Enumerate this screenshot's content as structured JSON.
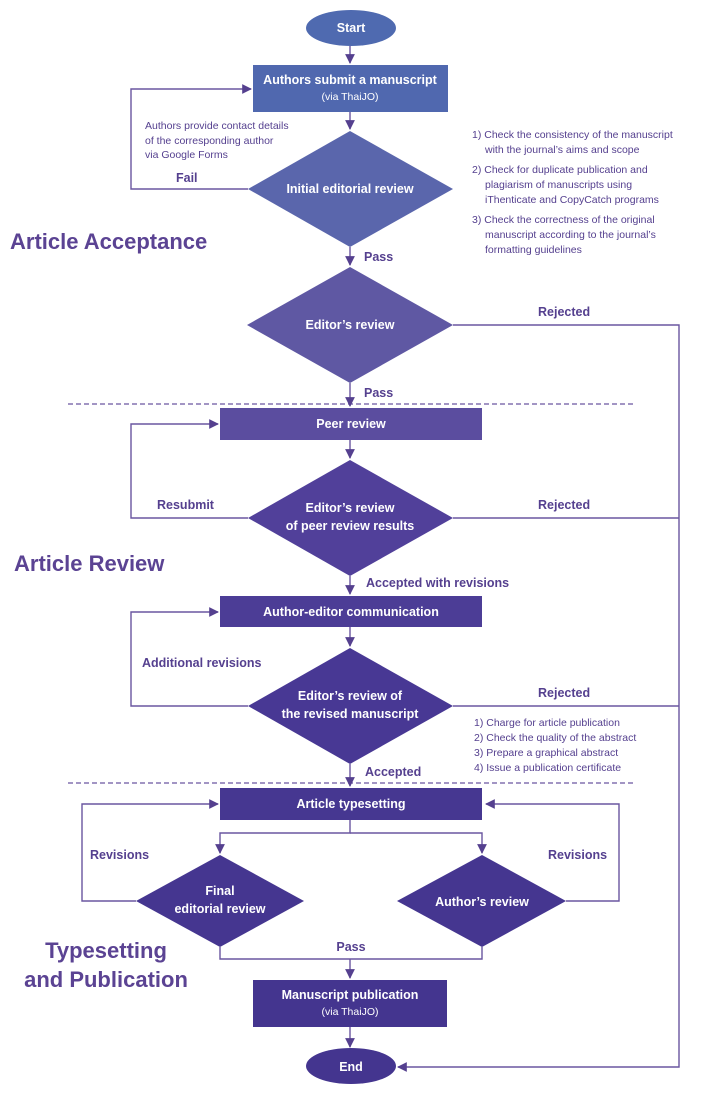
{
  "colors": {
    "top_node": "#4f6ab0",
    "mid_node": "#5e56a3",
    "deep_node": "#453690",
    "line": "#6a56a0",
    "label": "#55408f",
    "section_title": "#5b4393"
  },
  "sections": [
    {
      "id": "acceptance",
      "lines": [
        "Article Acceptance"
      ]
    },
    {
      "id": "review",
      "lines": [
        "Article Review"
      ]
    },
    {
      "id": "publication",
      "lines": [
        "Typesetting",
        "and Publication"
      ]
    }
  ],
  "nodes": {
    "start": {
      "type": "terminal",
      "lines": [
        "Start"
      ]
    },
    "submit": {
      "type": "process",
      "lines": [
        "Authors submit a manuscript"
      ],
      "sub": "(via ThaiJO)"
    },
    "initial_review": {
      "type": "decision",
      "lines": [
        "Initial editorial review"
      ]
    },
    "editor_review": {
      "type": "decision",
      "lines": [
        "Editor’s review"
      ]
    },
    "peer_review": {
      "type": "process",
      "lines": [
        "Peer review"
      ]
    },
    "peer_results_review": {
      "type": "decision",
      "lines": [
        "Editor’s review",
        "of peer review results"
      ]
    },
    "author_editor_comm": {
      "type": "process",
      "lines": [
        "Author-editor communication"
      ]
    },
    "revised_review": {
      "type": "decision",
      "lines": [
        "Editor’s review of",
        "the revised manuscript"
      ]
    },
    "typesetting": {
      "type": "process",
      "lines": [
        "Article typesetting"
      ]
    },
    "final_editorial": {
      "type": "decision",
      "lines": [
        "Final",
        "editorial review"
      ]
    },
    "author_review": {
      "type": "decision",
      "lines": [
        "Author’s review"
      ]
    },
    "publication": {
      "type": "process",
      "lines": [
        "Manuscript publication"
      ],
      "sub": "(via ThaiJO)"
    },
    "end": {
      "type": "terminal",
      "lines": [
        "End"
      ]
    }
  },
  "edge_labels": {
    "fail": "Fail",
    "pass_1": "Pass",
    "pass_2": "Pass",
    "rejected_1": "Rejected",
    "resubmit": "Resubmit",
    "rejected_2": "Rejected",
    "accepted_with_revisions": "Accepted with revisions",
    "additional_revisions": "Additional revisions",
    "rejected_3": "Rejected",
    "accepted": "Accepted",
    "revisions_left": "Revisions",
    "revisions_right": "Revisions",
    "pass_3": "Pass"
  },
  "notes": {
    "contact_details": [
      "Authors provide contact details",
      "of the corresponding author",
      "via Google Forms"
    ],
    "initial_checks": [
      [
        "1)  Check the consistency of the manuscript",
        "with the journal’s aims and scope"
      ],
      [
        "2) Check for duplicate publication and",
        "plagiarism of manuscripts using",
        "iThenticate and CopyCatch programs"
      ],
      [
        "3) Check the correctness of the original",
        "manuscript according to the journal’s",
        "formatting guidelines"
      ]
    ],
    "acceptance_tasks": [
      "1)  Charge for article publication",
      "2) Check the quality of the abstract",
      "3) Prepare a graphical abstract",
      "4) Issue a publication certificate"
    ]
  }
}
